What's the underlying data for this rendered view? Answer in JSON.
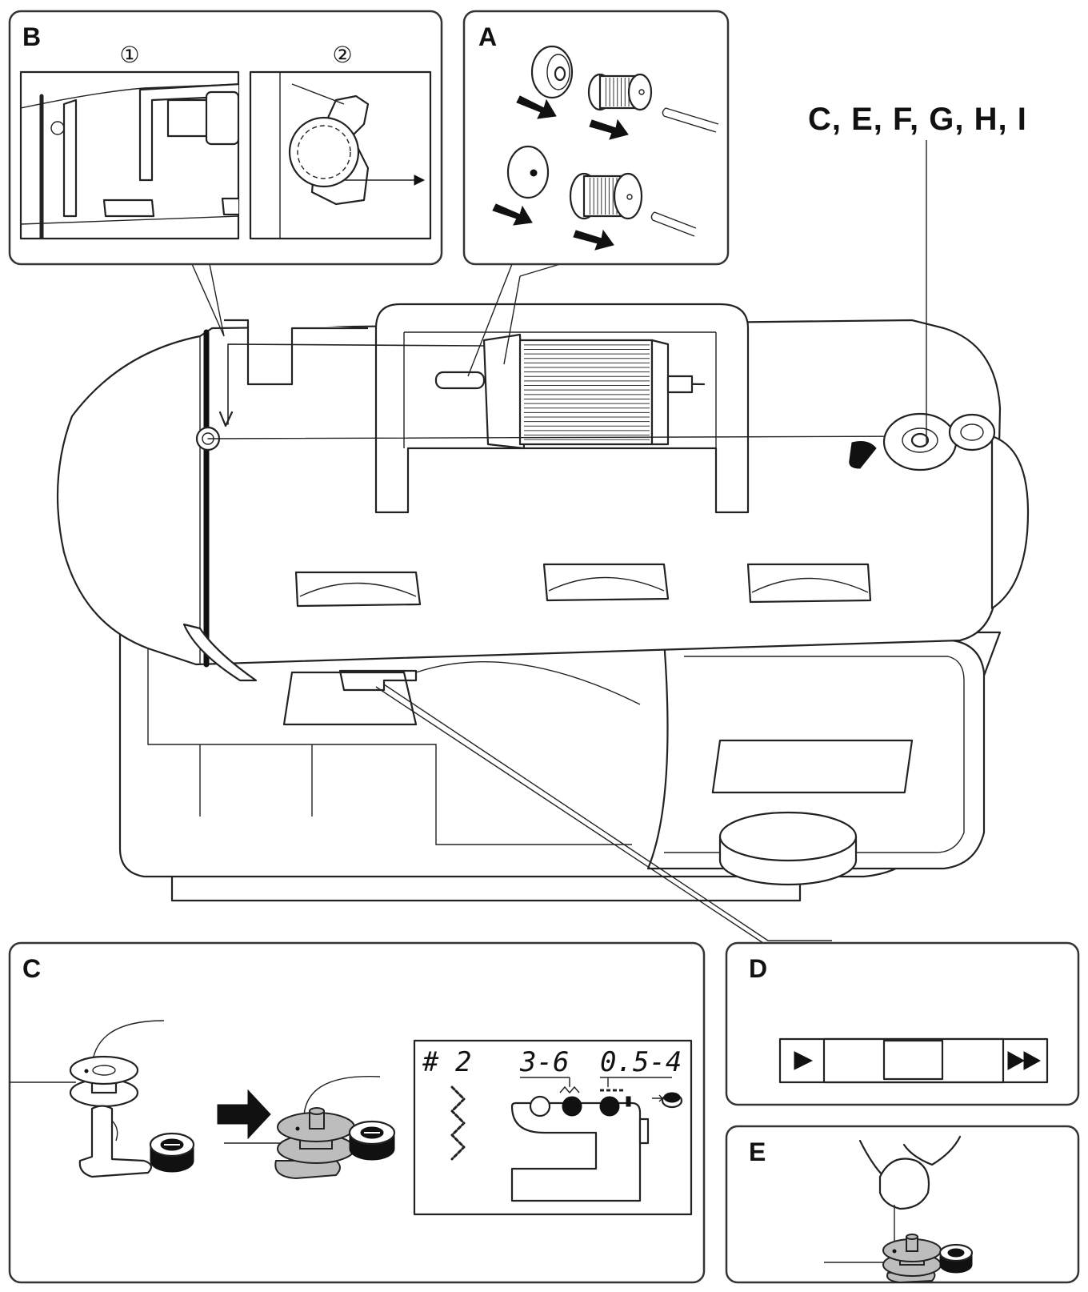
{
  "callout_label": "C, E, F, G, H, I",
  "panels": {
    "A": {
      "label": "A"
    },
    "B": {
      "label": "B",
      "step1": "①",
      "step2": "②"
    },
    "C": {
      "label": "C",
      "lcd": {
        "pattern": "# 2",
        "width_range": "3-6",
        "length_range": "0.5-4"
      }
    },
    "D": {
      "label": "D"
    },
    "E": {
      "label": "E"
    }
  },
  "icons": {
    "D_left": "play-triangle-icon",
    "D_right": "fast-forward-icon",
    "C_arrow": "right-arrow-icon",
    "C_bobbin": "bobbin-icon"
  }
}
